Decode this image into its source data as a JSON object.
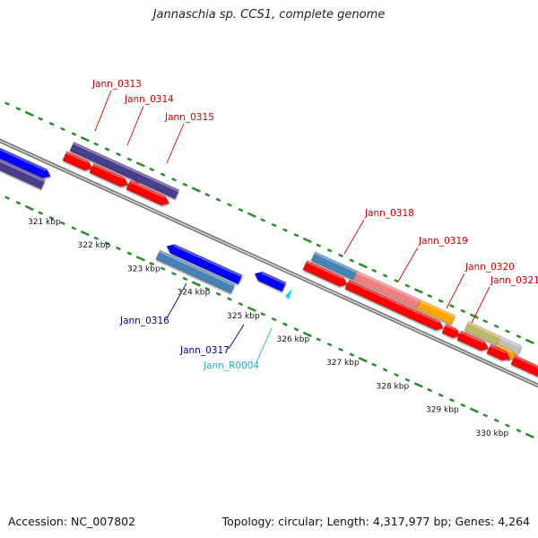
{
  "title": "Jannaschia sp. CCS1, complete genome",
  "footer": {
    "accession": "Accession: NC_007802",
    "summary": "Topology: circular; Length: 4,317,977 bp; Genes: 4,264"
  },
  "colors": {
    "cds": "#ff0000",
    "backbone": "#888888",
    "tick": "#228b22",
    "label_upper": "#cc0000",
    "label_lower": "#0000aa",
    "label_rna": "#22aadd"
  },
  "scale": {
    "unit": "kbp",
    "ticks": [
      321,
      322,
      323,
      324,
      325,
      326,
      327,
      328,
      329,
      330
    ],
    "tick_labels": [
      "321 kbp",
      "322 kbp",
      "323 kbp",
      "324 kbp",
      "325 kbp",
      "326 kbp",
      "327 kbp",
      "328 kbp",
      "329 kbp",
      "330 kbp"
    ]
  },
  "genes": [
    {
      "name": "Jann_0313",
      "strand": "+",
      "color": "#4a3c8c"
    },
    {
      "name": "Jann_0314",
      "strand": "+",
      "color": "#4a3c8c"
    },
    {
      "name": "Jann_0315",
      "strand": "+",
      "color": "#4a3c8c"
    },
    {
      "name": "Jann_0316",
      "strand": "-",
      "color": "#4682b4"
    },
    {
      "name": "Jann_0317",
      "strand": "-",
      "color": "#0000ff"
    },
    {
      "name": "Jann_R0004",
      "strand": "-",
      "color": "#22ccff"
    },
    {
      "name": "Jann_0318",
      "strand": "+",
      "color": "#4682b4"
    },
    {
      "name": "Jann_0319",
      "strand": "+",
      "color": "#f08080"
    },
    {
      "name": "Jann_0320",
      "strand": "+",
      "color": "#ffa500"
    },
    {
      "name": "Jann_0321",
      "strand": "+",
      "color": "#bdb76b"
    }
  ]
}
